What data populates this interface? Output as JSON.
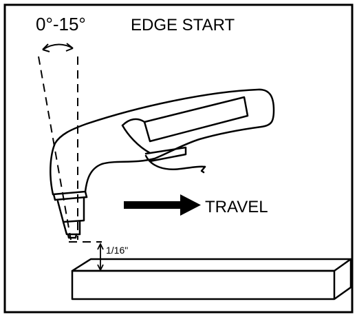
{
  "diagram": {
    "angle_label": "0°-15°",
    "title": "EDGE START",
    "travel_label": "TRAVEL",
    "gap_label": "1/16\""
  }
}
